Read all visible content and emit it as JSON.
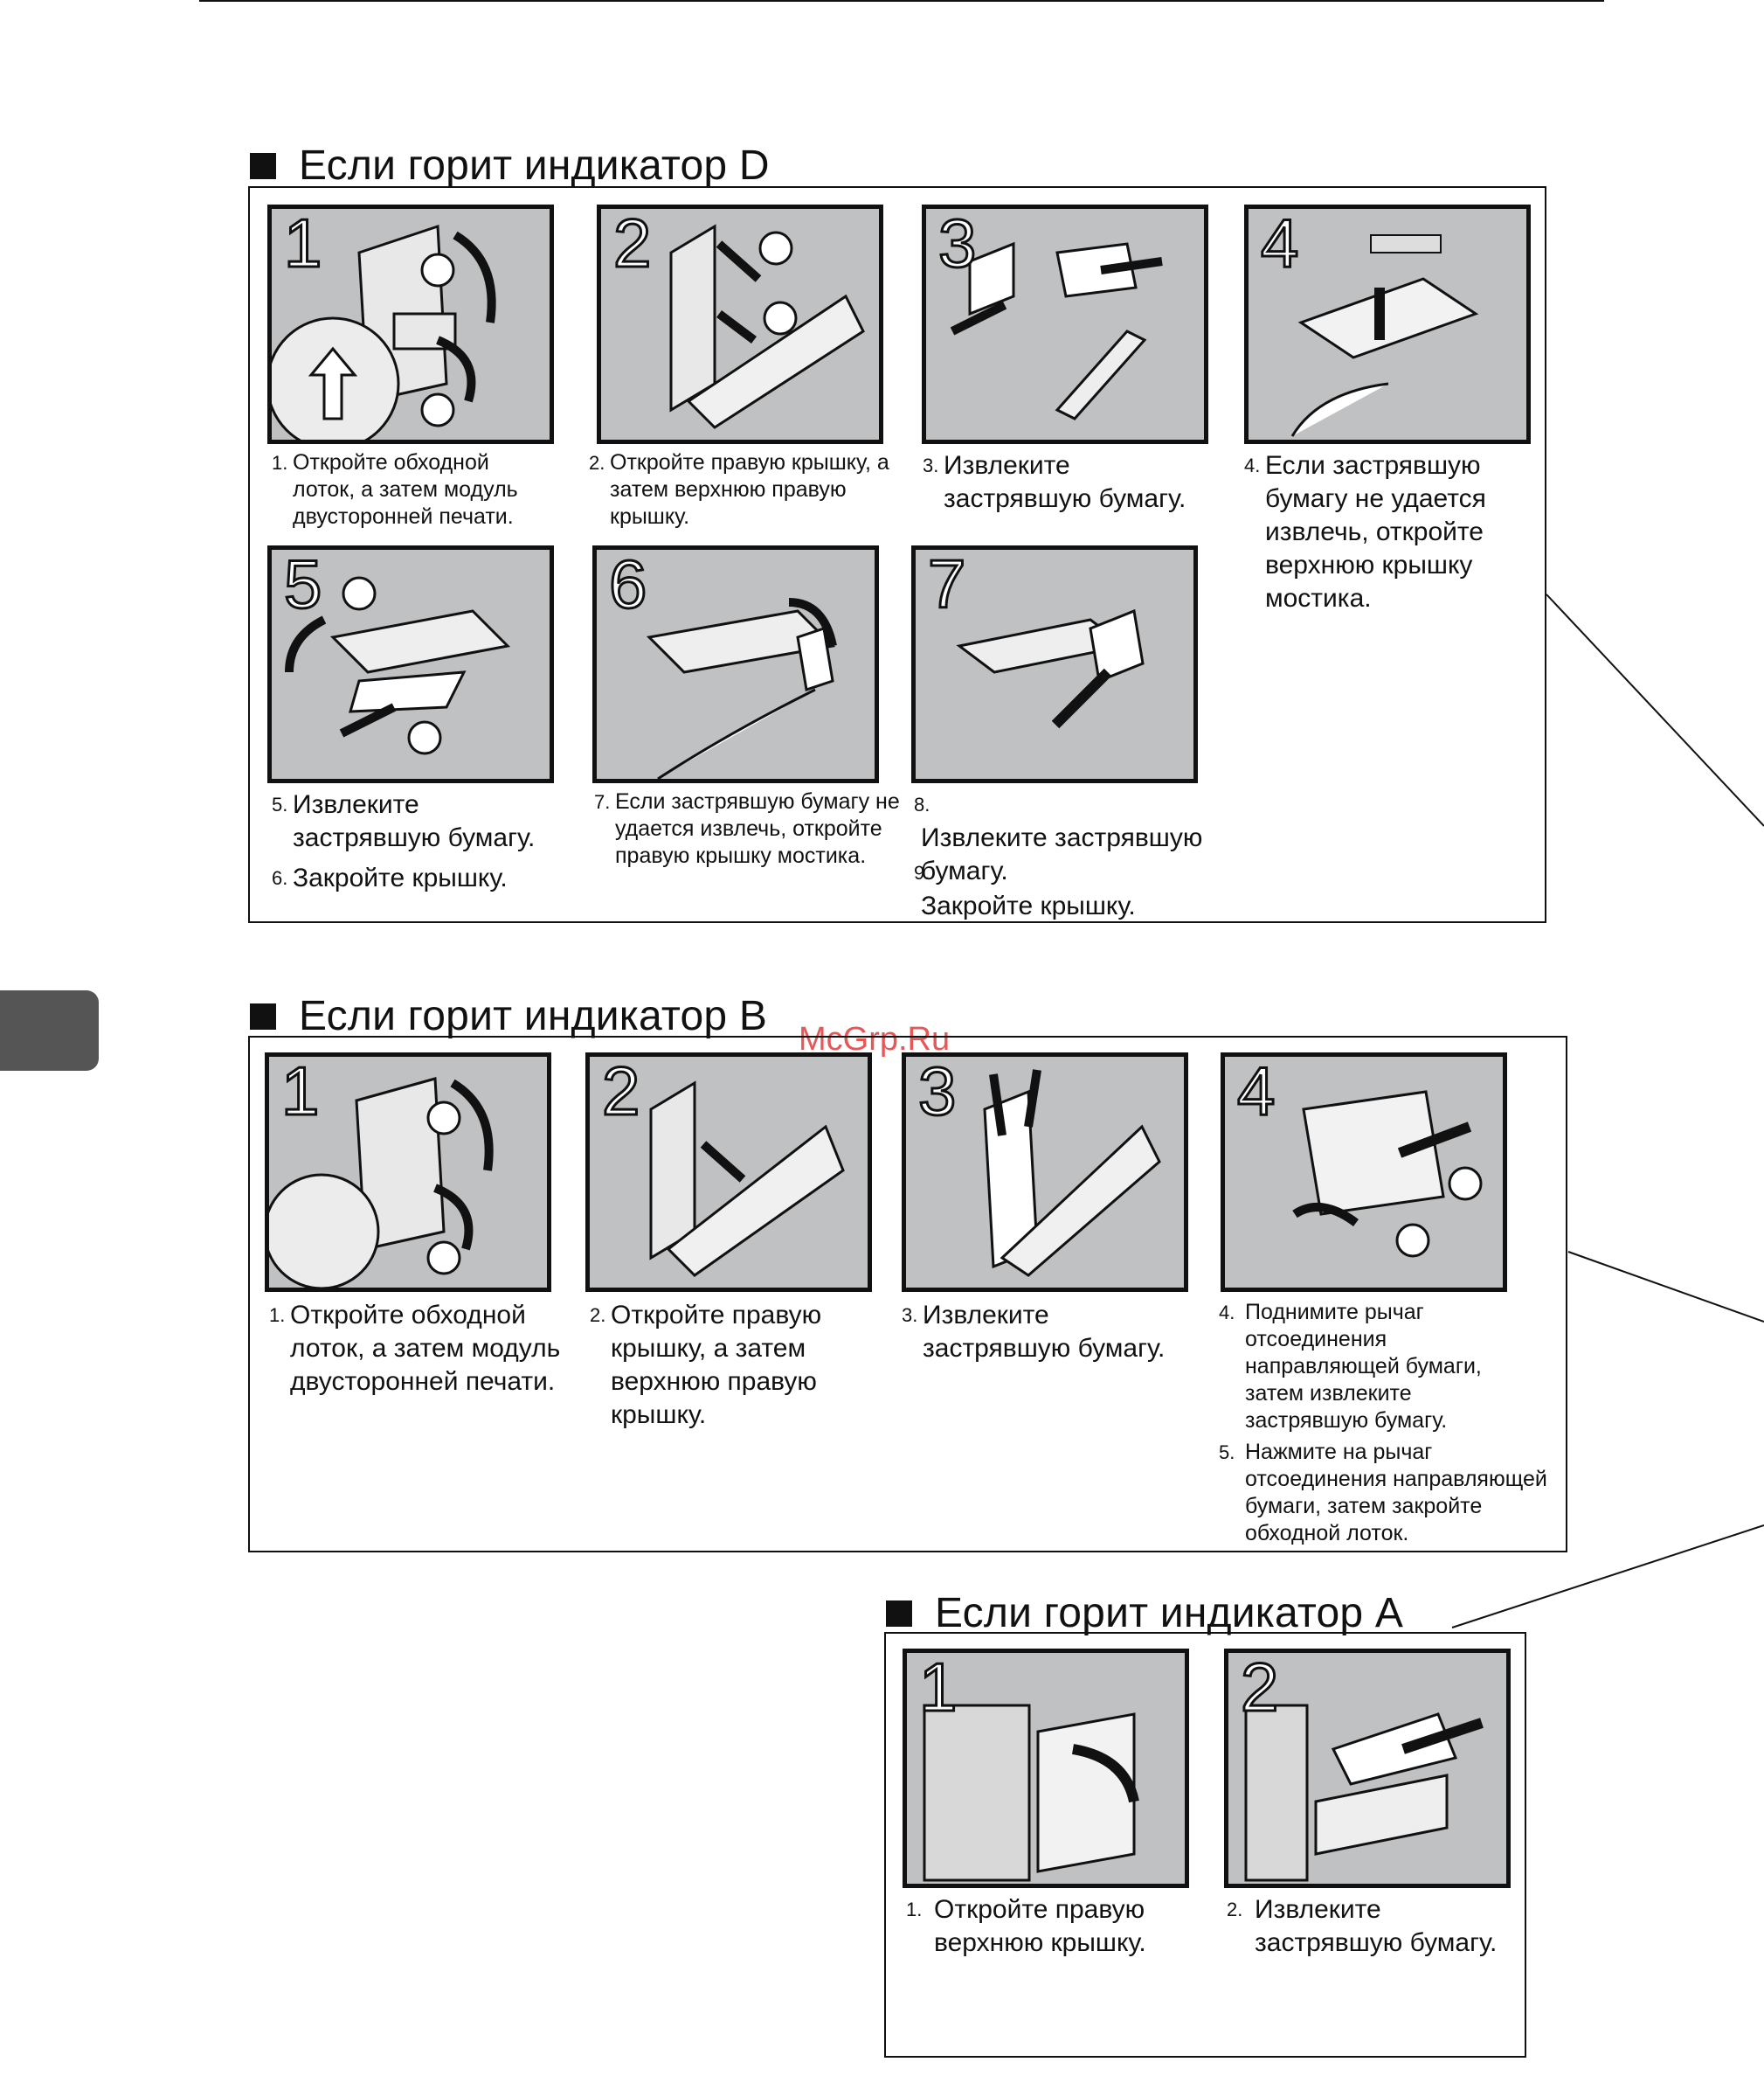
{
  "watermark": "McGrp.Ru",
  "sections": {
    "d": {
      "title": "Если горит индикатор D",
      "panels": [
        "1",
        "2",
        "3",
        "4",
        "5",
        "6",
        "7"
      ],
      "steps": [
        {
          "num": "1.",
          "text": "Откройте обходной лоток, а затем модуль двусторонней печати."
        },
        {
          "num": "2.",
          "text": "Откройте правую крышку, а затем верхнюю правую крышку."
        },
        {
          "num": "3.",
          "text": "Извлеките застрявшую бумагу."
        },
        {
          "num": "4.",
          "text": "Если застрявшую бумагу не удается извлечь, откройте верхнюю крышку мостика."
        },
        {
          "num": "5.",
          "text": "Извлеките застрявшую бумагу."
        },
        {
          "num": "6.",
          "text": "Закройте крышку."
        },
        {
          "num": "7.",
          "text": "Если застрявшую бумагу не удается извлечь, откройте правую крышку мостика."
        },
        {
          "num": "8.",
          "text": "Извлеките застрявшую бумагу."
        },
        {
          "num": "9.",
          "text": "Закройте крышку."
        }
      ]
    },
    "b": {
      "title": "Если горит индикатор B",
      "panels": [
        "1",
        "2",
        "3",
        "4"
      ],
      "steps": [
        {
          "num": "1.",
          "text": "Откройте обходной лоток, а затем модуль двусторонней печати."
        },
        {
          "num": "2.",
          "text": "Откройте правую крышку, а затем верхнюю правую крышку."
        },
        {
          "num": "3.",
          "text": "Извлеките застрявшую бумагу."
        },
        {
          "num": "4.",
          "text": "Поднимите рычаг отсоединения направляющей бумаги, затем извлеките застрявшую бумагу."
        },
        {
          "num": "5.",
          "text": "Нажмите на рычаг отсоединения направляющей бумаги, затем закройте обходной лоток."
        }
      ]
    },
    "a": {
      "title": "Если горит индикатор A",
      "panels": [
        "1",
        "2"
      ],
      "steps": [
        {
          "num": "1.",
          "text": "Откройте правую верхнюю крышку."
        },
        {
          "num": "2.",
          "text": "Извлеките застрявшую бумагу."
        }
      ]
    }
  }
}
